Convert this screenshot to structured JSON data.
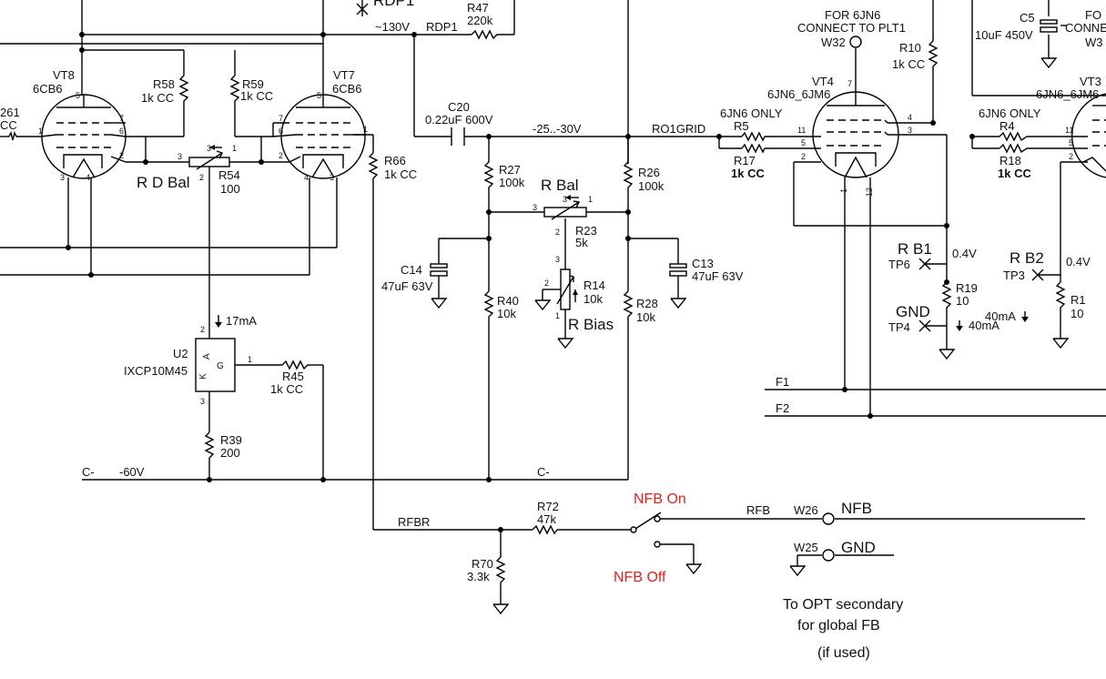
{
  "labels": {
    "vt8": "VT8",
    "vt8_type": "6CB6",
    "vt7": "VT7",
    "vt7_type": "6CB6",
    "vt4": "VT4",
    "vt4_type": "6JN6_6JM6",
    "vt3": "VT3",
    "vt3_type": "6JN6_6JM6",
    "r61": "261",
    "r61_val": "CC",
    "r58": "R58",
    "r58_val": "1k CC",
    "r59": "R59",
    "r59_val": "1k CC",
    "r54": "R54",
    "r54_val": "100",
    "rdbal": "R D Bal",
    "rdp1_top": "RDP1",
    "v130": "~130V",
    "rdp1": "RDP1",
    "r47": "R47",
    "r47_val": "220k",
    "c20": "C20",
    "c20_val": "0.22uF 600V",
    "v_grid": "-25..-30V",
    "ro1grid": "RO1GRID",
    "r66": "R66",
    "r66_val": "1k CC",
    "r27": "R27",
    "r27_val": "100k",
    "r26": "R26",
    "r26_val": "100k",
    "rbal": "R Bal",
    "r23": "R23",
    "r23_val": "5k",
    "c14": "C14",
    "c14_val": "47uF 63V",
    "c13": "C13",
    "c13_val": "47uF 63V",
    "r14": "R14",
    "r14_val": "10k",
    "rbias": "R Bias",
    "r40": "R40",
    "r40_val": "10k",
    "r28": "R28",
    "r28_val": "10k",
    "i17": "17mA",
    "u2": "U2",
    "u2_part": "IXCP10M45",
    "r45": "R45",
    "r45_val": "1k CC",
    "r39": "R39",
    "r39_val": "200",
    "cminus": "C-",
    "v60": "-60V",
    "cminus2": "C-",
    "rfbr": "RFBR",
    "r72": "R72",
    "r72_val": "47k",
    "r70": "R70",
    "r70_val": "3.3k",
    "nfb_on": "NFB On",
    "nfb_off": "NFB Off",
    "rfb": "RFB",
    "w26": "W26",
    "nfb": "NFB",
    "w25": "W25",
    "gnd": "GND",
    "opt1": "To OPT secondary",
    "opt2": "for global FB",
    "opt3": "(if used)",
    "for6jn6": "FOR 6JN6",
    "connect_plt1": "CONNECT TO PLT1",
    "w32": "W32",
    "r10": "R10",
    "r10_val": "1k CC",
    "c5": "C5",
    "c5_val": "10uF 450V",
    "fo": "FO",
    "conne": "CONNE",
    "w3": "W3",
    "jn6only_r5": "6JN6 ONLY",
    "r5": "R5",
    "r17": "R17",
    "r17_val": "1k CC",
    "jn6only_r4": "6JN6 ONLY",
    "r4": "R4",
    "r18": "R18",
    "r18_val": "1k CC",
    "rb1": "R B1",
    "tp6": "TP6",
    "v04a": "0.4V",
    "r19": "R19",
    "r19_val": "10",
    "gnd2": "GND",
    "tp4": "TP4",
    "i40a": "40mA",
    "rb2": "R B2",
    "tp3": "TP3",
    "v04b": "0.4V",
    "r1": "R1",
    "r1_val": "10",
    "i40b": "40mA",
    "f1": "F1",
    "f2": "F2",
    "pins": {
      "p5a": "5",
      "p7a": "7",
      "p6a": "6",
      "p1a": "1",
      "p2a": "2",
      "p3a": "3",
      "p4a": "4",
      "p5b": "5",
      "p7b": "7",
      "p6b": "6",
      "p2b": "2",
      "p1b": "1",
      "p4b": "4",
      "p3b": "3",
      "rp3a": "3",
      "rp3b": "3",
      "rp1a": "1",
      "rp2a": "2",
      "u_k": "K",
      "u_a": "A",
      "u_g": "G",
      "u_2": "2",
      "u_1": "1",
      "u_3": "3",
      "rb3a": "3",
      "rb3b": "3",
      "rb1a": "1",
      "rb2a": "2",
      "b2": "2",
      "b3": "3",
      "b1": "1",
      "v4_7": "7",
      "v4_4": "4",
      "v4_3": "3",
      "v4_11": "11",
      "v4_5": "5",
      "v4_2": "2",
      "v4_1": "1",
      "v4_12": "12",
      "v3_11": "11",
      "v3_5": "5",
      "v3_2": "2"
    }
  },
  "colors": {
    "wire": "#000000",
    "warning": "#e0201c"
  }
}
